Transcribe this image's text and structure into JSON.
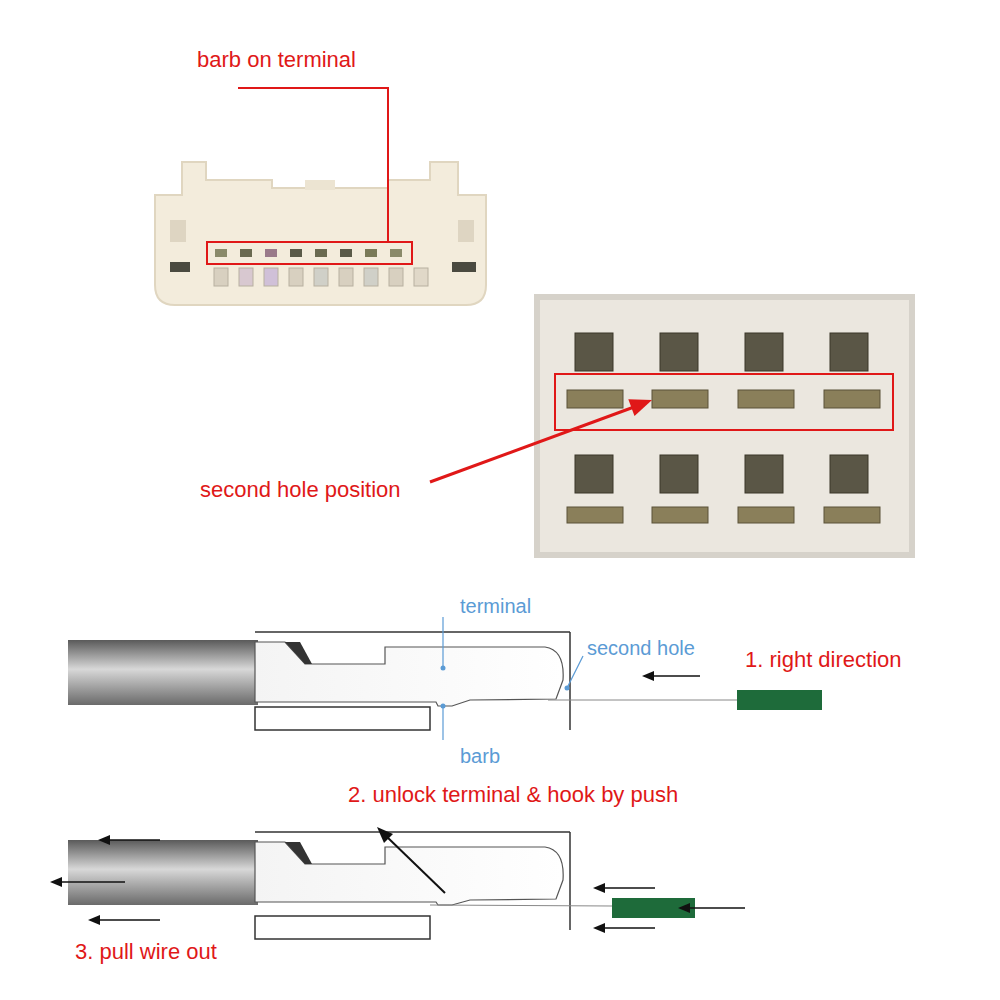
{
  "diagram": {
    "labels": [
      "barb on terminal",
      "second hole position",
      "terminal",
      "second hole",
      "1. right direction",
      "barb",
      "2. unlock terminal & hook by push",
      "3. pull wire out"
    ]
  }
}
